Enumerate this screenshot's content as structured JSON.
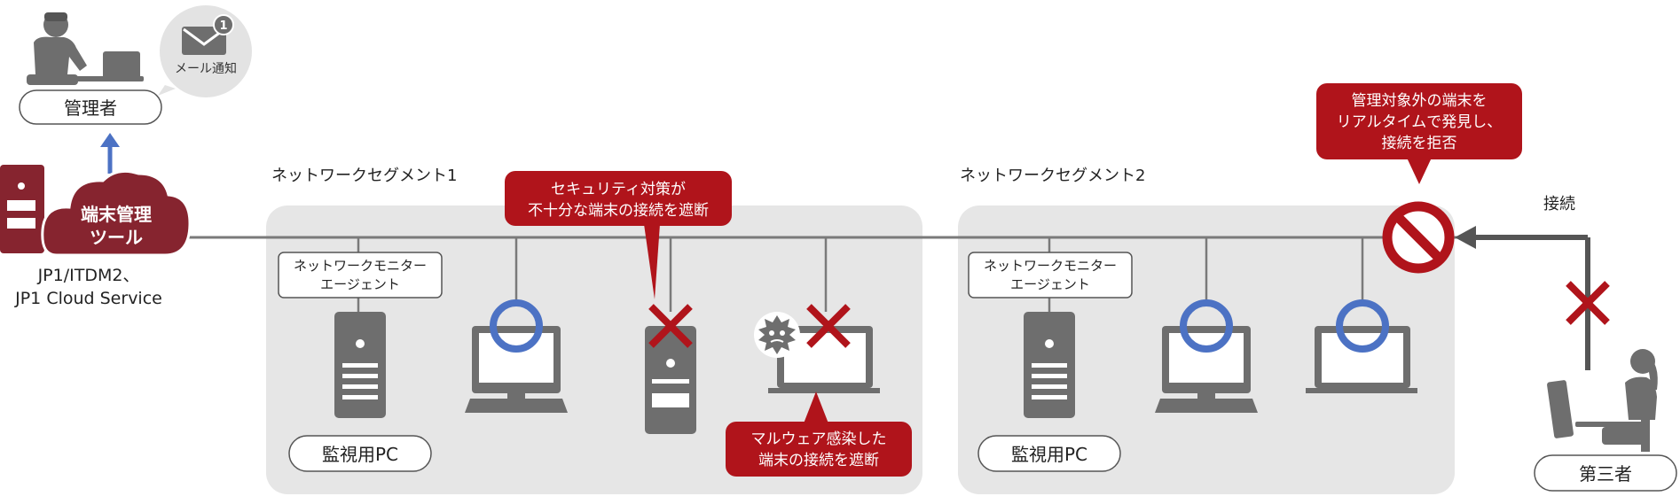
{
  "admin": {
    "label": "管理者",
    "mail_label": "メール通知",
    "mail_badge": "1"
  },
  "tool": {
    "label_line1": "端末管理",
    "label_line2": "ツール",
    "caption_line1": "JP1/ITDM2、",
    "caption_line2": "JP1 Cloud Service"
  },
  "segments": [
    {
      "title": "ネットワークセグメント1",
      "agent_line1": "ネットワークモニター",
      "agent_line2": "エージェント",
      "pc_label": "監視用PC"
    },
    {
      "title": "ネットワークセグメント2",
      "agent_line1": "ネットワークモニター",
      "agent_line2": "エージェント",
      "pc_label": "監視用PC"
    }
  ],
  "callouts": {
    "security_line1": "セキュリティ対策が",
    "security_line2": "不十分な端末の接続を遮断",
    "malware_line1": "マルウェア感染した",
    "malware_line2": "端末の接続を遮断",
    "unmanaged_line1": "管理対象外の端末を",
    "unmanaged_line2": "リアルタイムで発見し、",
    "unmanaged_line3": "接続を拒否"
  },
  "third_party": {
    "label": "第三者",
    "connect_label": "接続"
  },
  "colors": {
    "accent_red": "#b0141b",
    "tool_maroon": "#86242f",
    "ok_blue": "#4c72c4",
    "device_gray": "#6e6e6e",
    "segment_bg": "#e6e6e6",
    "line_gray": "#7a7a7a"
  }
}
